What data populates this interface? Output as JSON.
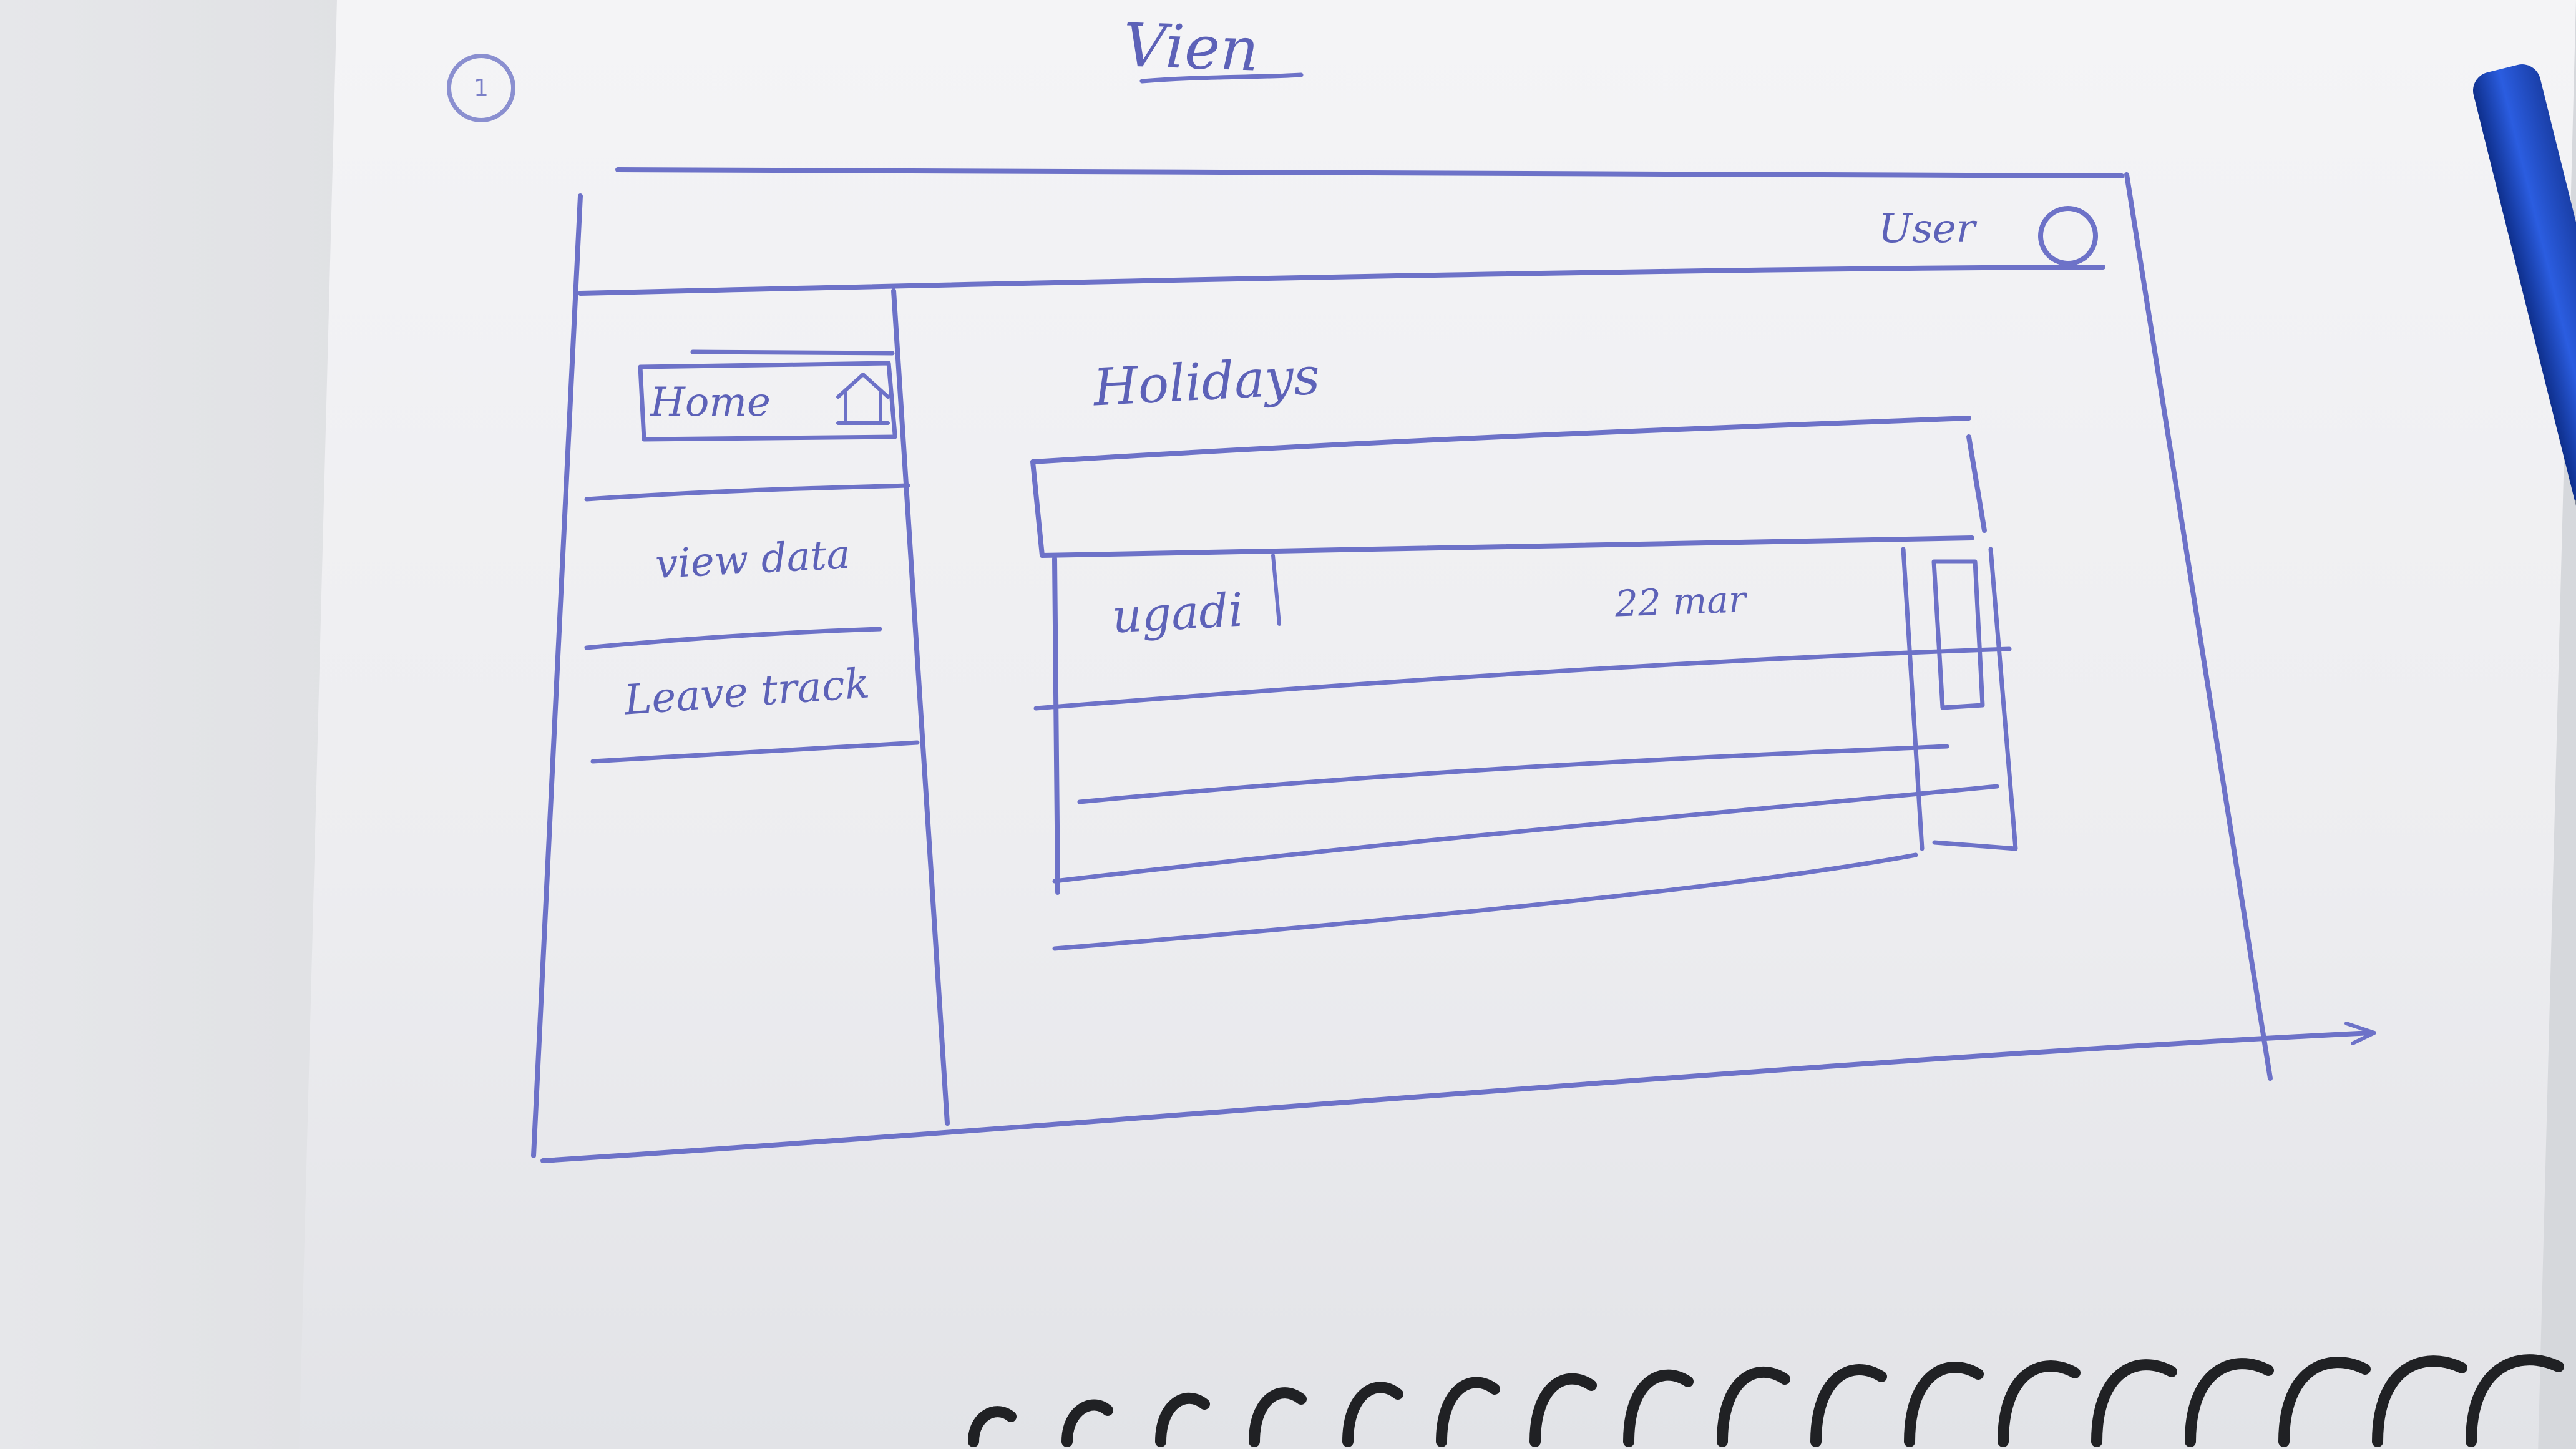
{
  "sketch": {
    "page_title": "Vien",
    "page_number": "1"
  },
  "header": {
    "user_label": "User"
  },
  "sidebar": {
    "items": [
      {
        "label": "Home"
      },
      {
        "label": "view data"
      },
      {
        "label": "Leave track"
      }
    ]
  },
  "main": {
    "section_title": "Holidays",
    "table": {
      "rows": [
        {
          "name": "ugadi",
          "date": "22 mar"
        }
      ]
    }
  },
  "colors": {
    "ink": "#6d72c8",
    "paper": "#f1f1f3",
    "pen": "#2b5de0"
  }
}
